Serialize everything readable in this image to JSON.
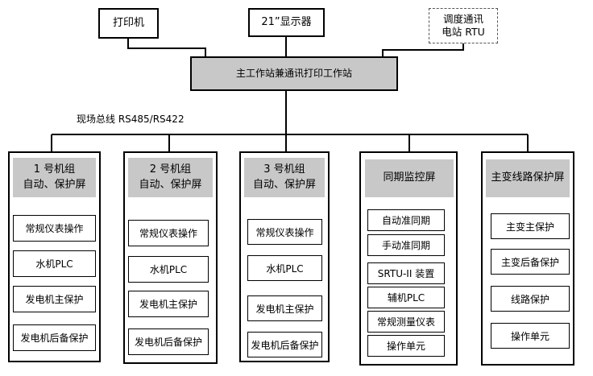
{
  "top_devices": {
    "printer": "打印机",
    "monitor": "21”显示器",
    "dispatch_line1": "调度通讯",
    "dispatch_line2": "电站 RTU"
  },
  "main_station": "主工作站兼通讯打印工作站",
  "bus_label": "现场总线 RS485/RS422",
  "cabinets": [
    {
      "title": "1 号机组\n自动、保护屏",
      "items": [
        "常规仪表操作",
        "水机PLC",
        "发电机主保护",
        "发电机后备保护"
      ]
    },
    {
      "title": "2 号机组\n自动、保护屏",
      "items": [
        "常规仪表操作",
        "水机PLC",
        "发电机主保护",
        "发电机后备保护"
      ]
    },
    {
      "title": "3 号机组\n自动、保护屏",
      "items": [
        "常规仪表操作",
        "水机PLC",
        "发电机主保护",
        "发电机后备保护"
      ]
    },
    {
      "title": "同期监控屏",
      "items": [
        "自动准同期",
        "手动准同期",
        "SRTU-II 装置",
        "辅机PLC",
        "常规测量仪表",
        "操作单元"
      ]
    },
    {
      "title": "主变线路保护屏",
      "items": [
        "主变主保护",
        "主变后备保护",
        "线路保护",
        "操作单元"
      ]
    }
  ]
}
